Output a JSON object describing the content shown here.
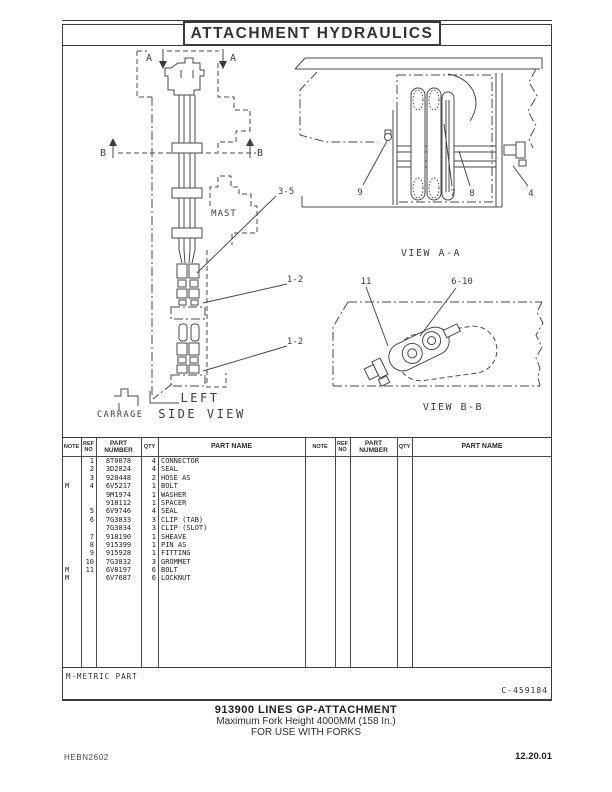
{
  "colors": {
    "ink": "#2b2b2b",
    "line": "#4a4a4a",
    "paper": "#ffffff"
  },
  "header": {
    "title": "ATTACHMENT HYDRAULICS"
  },
  "drawings": {
    "left_view": {
      "section_a_left": "A",
      "section_a_right": "A",
      "section_b_left": "B",
      "section_b_right": "B",
      "mast": "MAST",
      "carriage": "CARRAGE",
      "caption_line1": "LEFT",
      "caption_line2": "SIDE VIEW",
      "callout_3_5": "3-5",
      "callout_1_2_upper": "1-2",
      "callout_1_2_lower": "1-2"
    },
    "view_aa": {
      "caption": "VIEW A-A",
      "callout_9": "9",
      "callout_7": "7",
      "callout_8": "8",
      "callout_4": "4"
    },
    "view_bb": {
      "caption": "VIEW B-B",
      "callout_11": "11",
      "callout_6_10": "6-10"
    }
  },
  "parts_table": {
    "headers": {
      "note": "NOTE",
      "ref_no": "REF\nNO",
      "part_number": "PART\nNUMBER",
      "qty": "QTY",
      "part_name": "PART NAME"
    },
    "rows": [
      {
        "note": "",
        "ref": "1",
        "part_number": "8T0078",
        "qty": "4",
        "part_name": "CONNECTOR"
      },
      {
        "note": "",
        "ref": "2",
        "part_number": "3D2824",
        "qty": "4",
        "part_name": "SEAL"
      },
      {
        "note": "",
        "ref": "3",
        "part_number": "920448",
        "qty": "2",
        "part_name": "HOSE AS"
      },
      {
        "note": "M",
        "ref": "4",
        "part_number": "6V5217",
        "qty": "1",
        "part_name": "BOLT"
      },
      {
        "note": "",
        "ref": "",
        "part_number": "9M1974",
        "qty": "1",
        "part_name": "WASHER"
      },
      {
        "note": "",
        "ref": "",
        "part_number": "918112",
        "qty": "1",
        "part_name": "SPACER"
      },
      {
        "note": "",
        "ref": "5",
        "part_number": "6V9746",
        "qty": "4",
        "part_name": "SEAL"
      },
      {
        "note": "",
        "ref": "6",
        "part_number": "7G3833",
        "qty": "3",
        "part_name": "CLIP (TAB)"
      },
      {
        "note": "",
        "ref": "",
        "part_number": "7G3834",
        "qty": "3",
        "part_name": "CLIP (SLOT)"
      },
      {
        "note": "",
        "ref": "7",
        "part_number": "918190",
        "qty": "1",
        "part_name": "SHEAVE"
      },
      {
        "note": "",
        "ref": "8",
        "part_number": "915399",
        "qty": "1",
        "part_name": "PIN AS"
      },
      {
        "note": "",
        "ref": "9",
        "part_number": "915928",
        "qty": "1",
        "part_name": "FITTING"
      },
      {
        "note": "",
        "ref": "10",
        "part_number": "7G3832",
        "qty": "3",
        "part_name": "GROMMET"
      },
      {
        "note": "M",
        "ref": "11",
        "part_number": "6V8197",
        "qty": "6",
        "part_name": "BOLT"
      },
      {
        "note": "M",
        "ref": "",
        "part_number": "6V7687",
        "qty": "6",
        "part_name": "LOCKNUT"
      }
    ],
    "metric_note": "M-METRIC PART"
  },
  "footer": {
    "drawing_number": "C-459184",
    "title": "913900 LINES GP-ATTACHMENT",
    "subtitle": "Maximum Fork Height 4000MM (158 In.)",
    "usage": "FOR USE WITH FORKS",
    "form_number": "HEBN2602",
    "date": "12.20.01"
  }
}
